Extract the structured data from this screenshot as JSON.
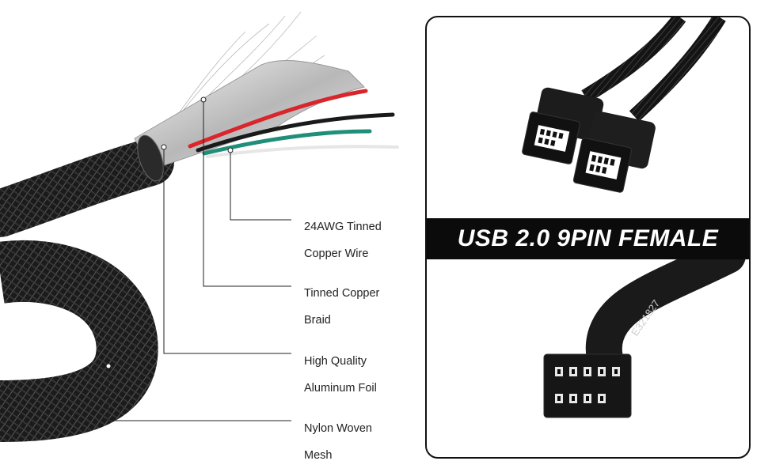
{
  "callouts": [
    {
      "id": "copper-wire",
      "line1": "24AWG Tinned",
      "line2": "Copper Wire"
    },
    {
      "id": "copper-braid",
      "line1": "Tinned Copper",
      "line2": "Braid"
    },
    {
      "id": "aluminum-foil",
      "line1": "High Quality",
      "line2": "Aluminum Foil"
    },
    {
      "id": "nylon-mesh",
      "line1": "Nylon Woven",
      "line2": "Mesh"
    }
  ],
  "product_panel": {
    "banner_text": "USB 2.0 9PIN FEMALE",
    "cable_print": "E321827"
  },
  "colors": {
    "wire_red": "#d8262c",
    "wire_black": "#1a1a1a",
    "wire_green": "#1f8f7a",
    "wire_white": "#f2f2f2",
    "banner_bg": "#0b0b0b",
    "banner_text": "#ffffff"
  }
}
